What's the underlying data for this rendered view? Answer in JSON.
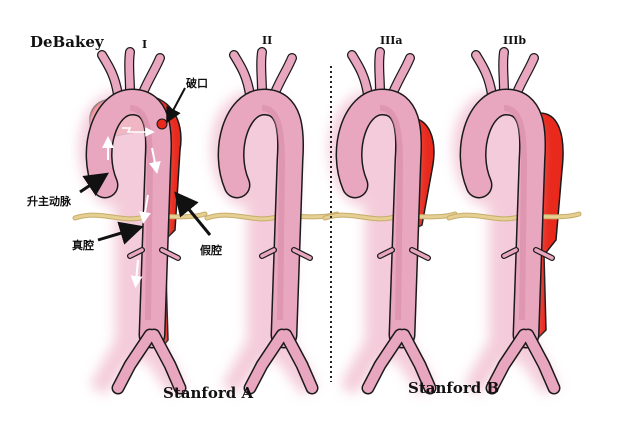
{
  "title": "DeBakey",
  "types": {
    "I": "I",
    "II": "II",
    "IIIa": "IIIa",
    "IIIb": "IIIb"
  },
  "annotations": {
    "tear": "破口",
    "ascending_aorta": "升主动脉",
    "true_lumen": "真腔",
    "false_lumen": "假腔"
  },
  "groups": {
    "stanford_a": "Stanford A",
    "stanford_b": "Stanford B"
  },
  "colors": {
    "vessel": "#e9a7bf",
    "vessel_glow": "#f3c6d6",
    "false_lumen": "#e8291c",
    "outline": "#1a1a1a",
    "vertebra": "#e6cf93"
  }
}
